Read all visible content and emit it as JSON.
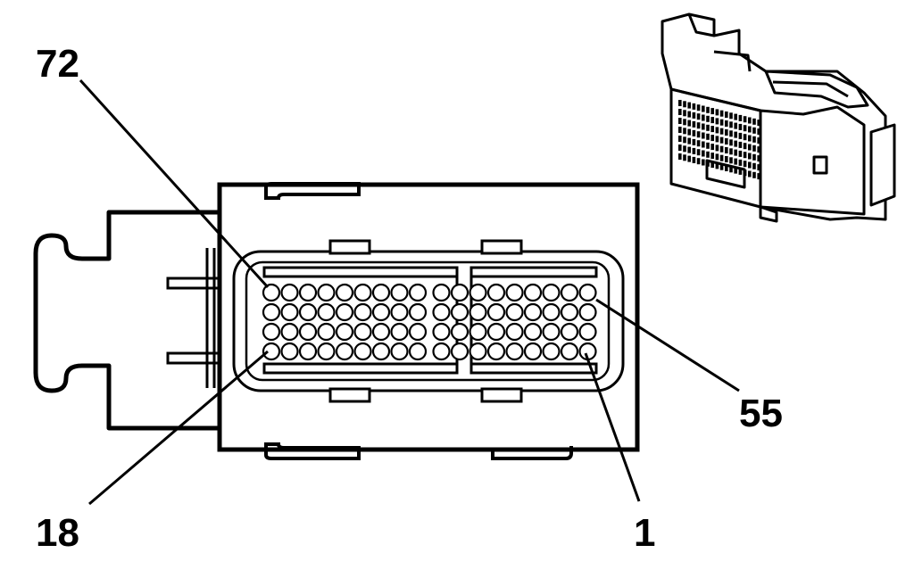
{
  "diagram": {
    "pin_labels": {
      "top_left": "72",
      "bottom_left": "18",
      "right": "55",
      "bottom_right": "1"
    },
    "pin_grid": {
      "rows": 4,
      "columns": 18
    },
    "colors": {
      "line": "#000000",
      "background": "#ffffff"
    }
  }
}
